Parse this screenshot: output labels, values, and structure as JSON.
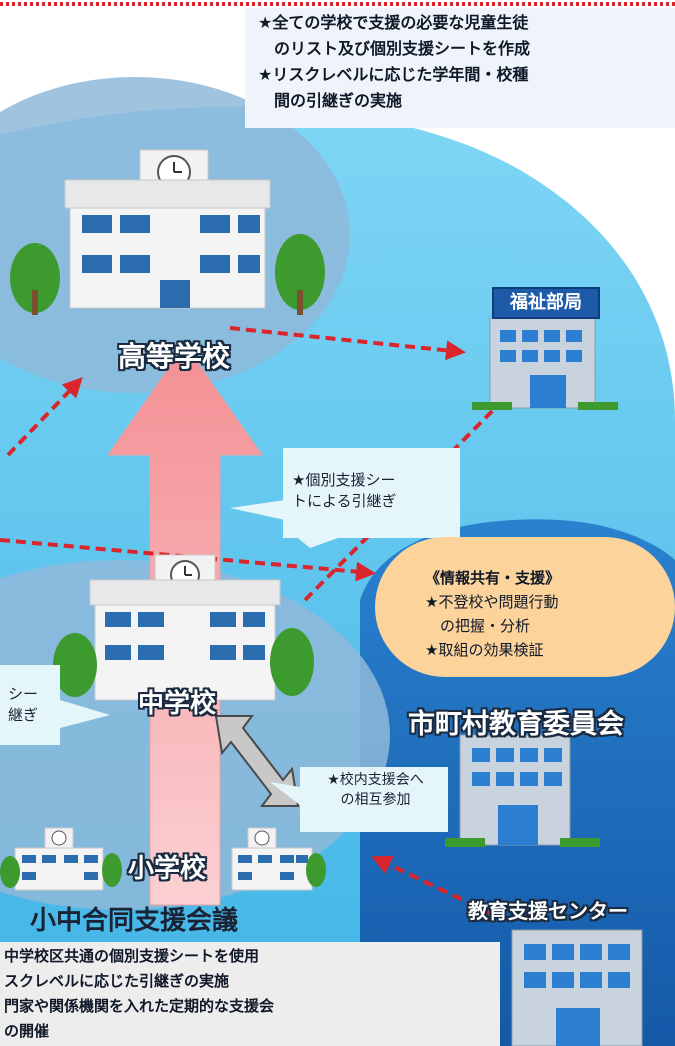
{
  "top_note": {
    "lines": [
      "★全ての学校で支援の必要な児童生徒",
      "　のリスト及び個別支援シートを作成",
      "★リスクレベルに応じた学年間・校種",
      "　間の引継ぎの実施"
    ]
  },
  "buildings": {
    "high_school": "高等学校",
    "junior_high": "中学校",
    "elementary": "小学校",
    "welfare": "福祉部局",
    "board": "市町村教育委員会",
    "support_center": "教育支援センター"
  },
  "callouts": {
    "handover_sheet": [
      "★個別支援シー",
      "トによる引継ぎ"
    ],
    "handover_sheet_left": [
      "シー",
      "継ぎ"
    ],
    "mutual_participation": [
      "★校内支援会へ",
      "の相互参加"
    ]
  },
  "info_share": {
    "title": "《情報共有・支援》",
    "items": [
      "★不登校や問題行動",
      "　の把握・分析",
      "★取組の効果検証"
    ]
  },
  "joint_meeting": {
    "title": "小中合同支援会議",
    "lines": [
      "中学校区共通の個別支援シートを使用",
      "スクレベルに応じた引継ぎの実施",
      "門家や関係機関を入れた定期的な支援会",
      "の開催"
    ]
  },
  "colors": {
    "sky": "#5cc8ef",
    "deep_blue": "#1d6fc0",
    "ellipse": "#8fb9d9",
    "arrow_pink": "#f7a3a6",
    "dash_red": "#d9252b",
    "info_orange": "#fbd39b",
    "callout_bg": "#e5f6fb"
  }
}
